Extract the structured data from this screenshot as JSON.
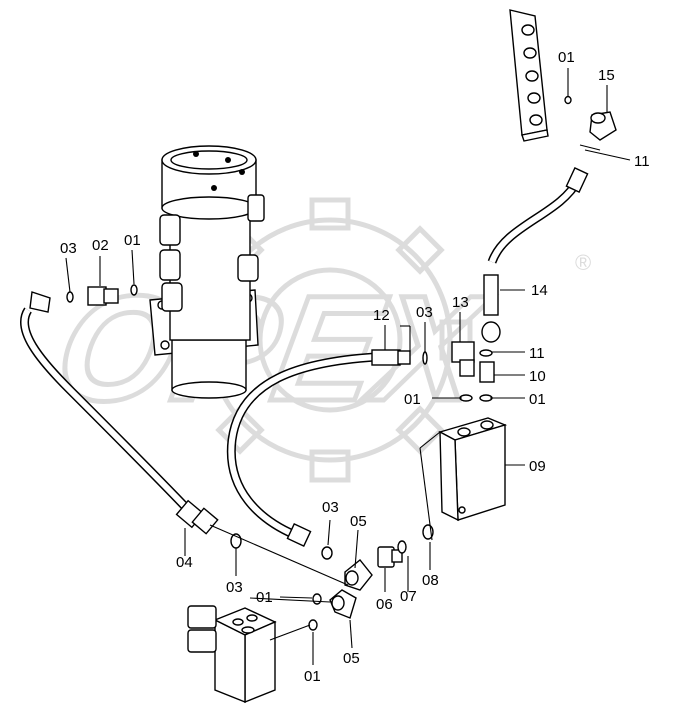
{
  "watermark": {
    "text": "OPEX",
    "registered_mark": "®",
    "color": "#d9d9d9"
  },
  "labels": {
    "c01_top": "01",
    "c15": "15",
    "c11_top": "11",
    "c03_left": "03",
    "c02": "02",
    "c01_left": "01",
    "c12": "12",
    "c03_mid": "03",
    "c13": "13",
    "c14": "14",
    "c11_mid": "11",
    "c10": "10",
    "c01_mid_left": "01",
    "c01_mid_right": "01",
    "c09": "09",
    "c04": "04",
    "c03_low": "03",
    "c05_upper": "05",
    "c03_bottom": "03",
    "c01_bottom_left": "01",
    "c05_lower": "05",
    "c06": "06",
    "c07": "07",
    "c08": "08",
    "c01_bottom": "01"
  }
}
